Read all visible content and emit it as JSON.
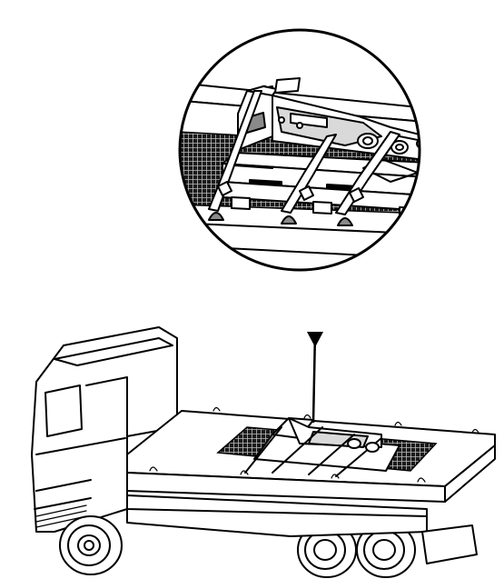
{
  "figure": {
    "type": "technical-illustration",
    "subject": "truck",
    "detail": "magnified-cargo"
  },
  "colors": {
    "line": "#000000",
    "background": "#ffffff",
    "mat": "#3a3a3a",
    "gray": "#d9d9d9"
  }
}
